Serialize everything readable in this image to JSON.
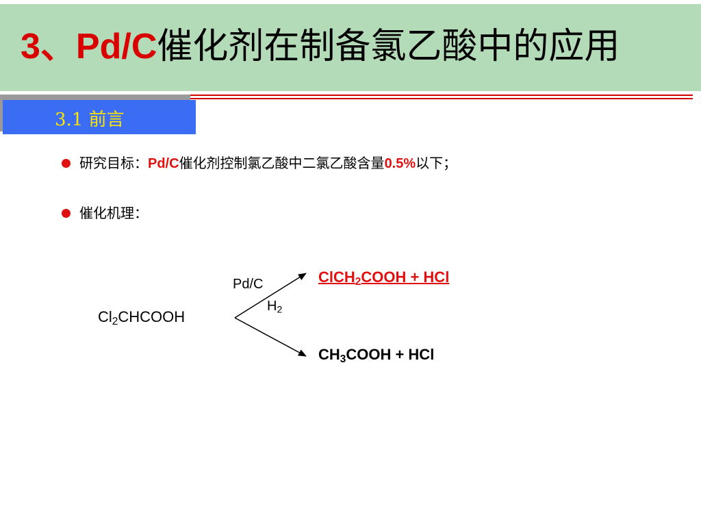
{
  "title": {
    "number": "3、",
    "catalyst": "Pd/C",
    "rest": "催化剂在制备氯乙酸中的应用"
  },
  "section": {
    "label": "3.1  前言"
  },
  "bullets": [
    {
      "label": "研究目标：",
      "catalyst": "Pd/C",
      "text": "催化剂控制氯乙酸中二氯乙酸含量",
      "value": "0.5%",
      "suffix": "以下；"
    },
    {
      "label": "催化机理："
    }
  ],
  "reaction": {
    "reactant": {
      "a": "Cl",
      "a_sub": "2",
      "b": "CHCOOH"
    },
    "catalyst": "Pd/C",
    "reagent": {
      "a": "H",
      "a_sub": "2"
    },
    "product_top": {
      "a": "ClCH",
      "a_sub": "2",
      "b": "COOH +  HCl"
    },
    "product_bottom": {
      "a": "CH",
      "a_sub": "3",
      "b": "COOH +  HCl"
    }
  },
  "colors": {
    "title_band": "#b3dbb8",
    "accent_red": "#d90000",
    "section_tab": "#3a6cf4",
    "section_text": "#ffe500"
  }
}
